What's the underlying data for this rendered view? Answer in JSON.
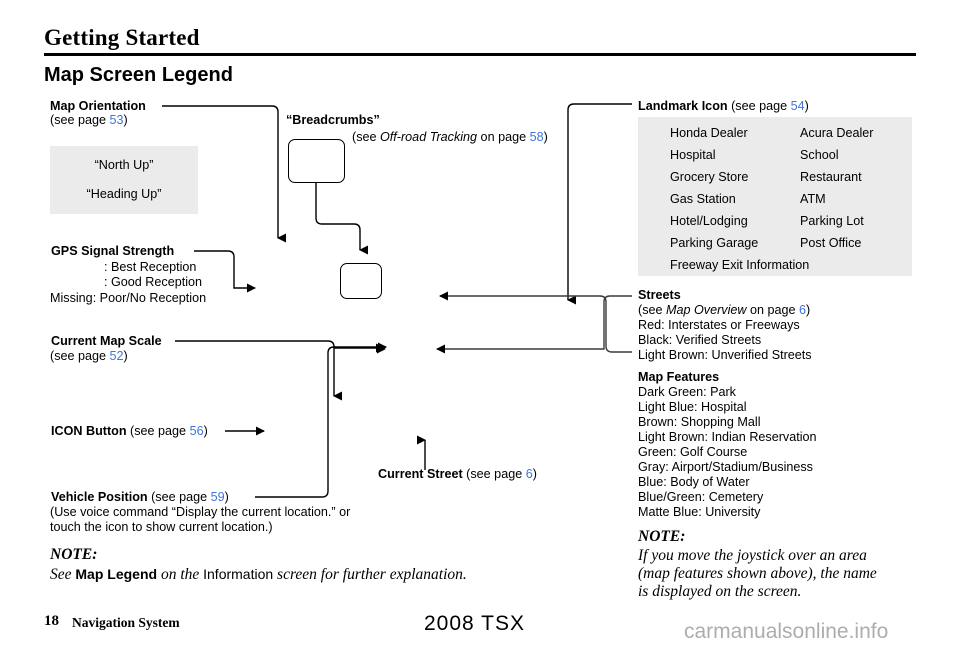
{
  "header": {
    "chapter_title": "Getting Started",
    "section_title": "Map Screen Legend"
  },
  "callouts": {
    "map_orientation": {
      "label": "Map Orientation",
      "ref_prefix": "(see page ",
      "ref_page": "53",
      "ref_suffix": ")",
      "options": [
        "“North Up”",
        "“Heading Up”"
      ]
    },
    "gps_signal": {
      "label": "GPS Signal Strength",
      "lines": [
        ": Best Reception",
        ": Good Reception",
        "Missing: Poor/No Reception"
      ]
    },
    "current_map_scale": {
      "label": "Current Map Scale",
      "ref_prefix": "(see page ",
      "ref_page": "52",
      "ref_suffix": ")"
    },
    "icon_button": {
      "label": "ICON Button",
      "ref_prefix": " (see page ",
      "ref_page": "56",
      "ref_suffix": ")"
    },
    "vehicle_position": {
      "label": "Vehicle Position",
      "ref_prefix": " (see page ",
      "ref_page": "59",
      "ref_suffix": ")",
      "detail_line1": "(Use voice command “Display the current location.” or",
      "detail_line2": "touch the icon to show current location.)"
    },
    "breadcrumbs": {
      "label": "“Breadcrumbs”",
      "ref_prefix": "(see ",
      "ref_italic": "Off-road Tracking",
      "ref_mid": " on page ",
      "ref_page": "58",
      "ref_suffix": ")"
    },
    "current_street": {
      "label": "Current Street",
      "ref_prefix": " (see page ",
      "ref_page": "6",
      "ref_suffix": ")"
    },
    "landmark_icon": {
      "label": "Landmark Icon",
      "ref_prefix": " (see page ",
      "ref_page": "54",
      "ref_suffix": ")",
      "items_left": [
        "Honda Dealer",
        "Hospital",
        "Grocery Store",
        "Gas Station",
        "Hotel/Lodging",
        "Parking Garage",
        "Freeway Exit Information"
      ],
      "items_right": [
        "Acura Dealer",
        "School",
        "Restaurant",
        "ATM",
        "Parking Lot",
        "Post Office"
      ]
    },
    "streets": {
      "label": "Streets",
      "ref_prefix": "(see ",
      "ref_italic": "Map Overview",
      "ref_mid": " on page ",
      "ref_page": "6",
      "ref_suffix": ")",
      "lines": [
        "Red: Interstates or Freeways",
        "Black: Verified Streets",
        "Light Brown: Unverified Streets"
      ]
    },
    "map_features": {
      "label": "Map Features",
      "lines": [
        "Dark Green: Park",
        "Light Blue: Hospital",
        "Brown: Shopping Mall",
        "Light Brown: Indian Reservation",
        "Green: Golf Course",
        "Gray: Airport/Stadium/Business",
        "Blue: Body of Water",
        "Blue/Green: Cemetery",
        "Matte Blue: University"
      ]
    }
  },
  "notes": {
    "left": {
      "head": "NOTE:",
      "pre": "See ",
      "bold_sans": "Map Legend",
      "mid_italic": " on the ",
      "reg_sans": "Information",
      "post_italic": " screen for further explanation."
    },
    "right": {
      "head": "NOTE:",
      "lines": [
        "If you move the joystick over an area",
        "(map features shown above), the name",
        "is displayed on the screen."
      ]
    }
  },
  "footer": {
    "page_number": "18",
    "section_name": "Navigation System",
    "model_year": "2008  TSX",
    "watermark": "carmanualsonline.info"
  },
  "colors": {
    "page_link": "#3f74dd",
    "panel_gray": "#ebebeb",
    "rule_black": "#000000",
    "watermark_gray": "#adadad"
  }
}
